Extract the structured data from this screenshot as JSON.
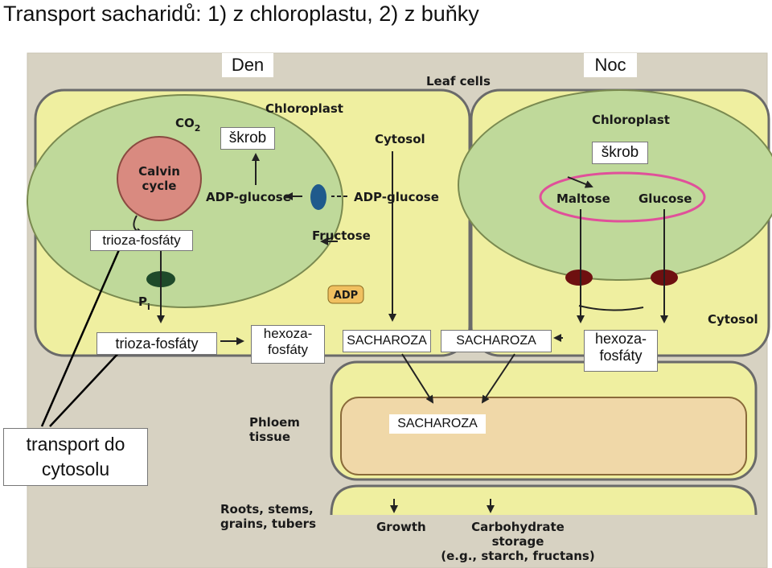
{
  "title": "Transport sacharidů: 1) z chloroplastu,     2) z buňky",
  "headers": {
    "day": "Den",
    "night": "Noc"
  },
  "overlays": {
    "starch_day": "škrob",
    "starch_night": "škrob",
    "triose_phosphates_top": "trioza-fosfáty",
    "triose_phosphates_mid": "trioza-fosfáty",
    "hexose_phosphates_left": "hexoza-fosfáty",
    "hexose_phosphates_right": "hexoza-fosfáty",
    "sucrose_left": "SACHAROZA",
    "sucrose_right": "SACHAROZA",
    "sucrose_phloem": "SACHAROZA",
    "transport": "transport do cytosolu"
  },
  "figure": {
    "leaf_cells": "Leaf cells",
    "chloroplast_left": "Chloroplast",
    "chloroplast_right": "Chloroplast",
    "cytosol_left": "Cytosol",
    "cytosol_right": "Cytosol",
    "co2": "CO",
    "co2_sub": "2",
    "calvin": "Calvin",
    "cycle": "cycle",
    "adp_glucose_chloro": "ADP-glucose",
    "adp_glucose_cyto": "ADP-glucose",
    "fructose": "Fructose",
    "adp": "ADP",
    "pi": "P",
    "pi_sub": "i",
    "maltose": "Maltose",
    "glucose": "Glucose",
    "phloem": "Phloem",
    "tissue": "tissue",
    "roots": "Roots, stems,",
    "grains": "grains, tubers",
    "growth": "Growth",
    "carb1": "Carbohydrate",
    "carb2": "storage",
    "carb3": "(e.g., starch, fructans)"
  },
  "colors": {
    "cell_fill": "#efefa0",
    "chloroplast_fill": "#bfd99a",
    "calvin_fill": "#d98a80",
    "transporter_blue": "#1f5a8c",
    "transporter_green": "#1e4a2a",
    "transporter_red": "#6e1010",
    "highlight_circle": "#e0509a",
    "adp_fill": "#f0c060",
    "phloem_fill": "#f0d8a8"
  }
}
